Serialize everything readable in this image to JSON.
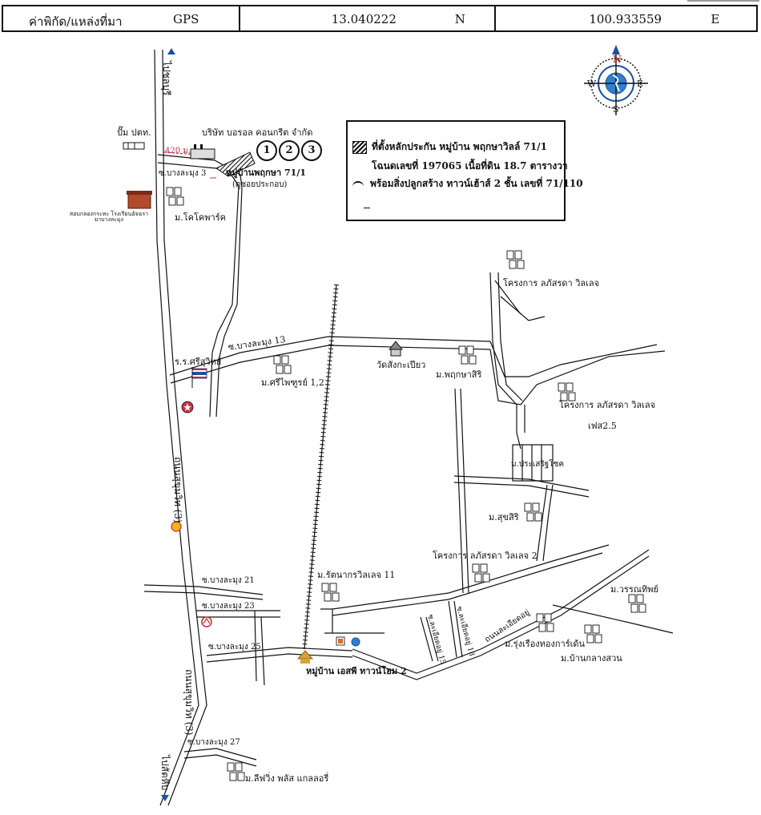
{
  "header": {
    "label": "ค่าพิกัด/แหล่งที่มา",
    "source": "GPS",
    "latitude": "13.040222",
    "lat_dir": "N",
    "longitude": "100.933559",
    "lon_dir": "E"
  },
  "compass": {
    "north": "N",
    "south": "S",
    "east": "E",
    "west": "W"
  },
  "legend": {
    "line1": "ที่ตั้งหลักประกัน หมู่บ้าน พฤกษาวิลล์ 71/1",
    "line2": "โฉนดเลขที่ 197065 เนื้อที่ดิน 18.7 ตารางวา",
    "line3": "พร้อมสิ่งปลูกสร้าง ทาวน์เฮ้าส์ 2 ชั้น เลขที่ 71/110"
  },
  "markers": {
    "m1": "1",
    "m2": "2",
    "m3": "3"
  },
  "labels": {
    "to_chonburi": "ไปชลบุรี",
    "to_sattahip": "ไปสัตหีบ",
    "sukhumvit_1": "ถนนสุขุมวิท (3)",
    "sukhumvit_2": "ถนนสุขุมวิท (3)",
    "gas_station": "ปั๊ม ปตท.",
    "distance": "420 ม.",
    "company": "บริษัท บอรอล คอนกรีต จำกัด",
    "village_pruksa": "หมู่บ้านพฤกษา 71/1",
    "village_pruksa_sub": "(ดูซอยประกอบ)",
    "soi_3": "ซ.บางละมุง 3",
    "school": "สอบกลองกระทะ โรงเรียนอัจฉรายาบางละมุง",
    "koko_park": "ม.โคโคพาร์ค",
    "project_lapatsorada": "โครงการ ลภัสรดา วิลเลจ",
    "soi_13": "ซ.บางละมุง 13",
    "school_sri": "ร.ร.ศรีสุวิทย์",
    "wat": "วัดสังกะเปียว",
    "pruksa_siri": "ม.พฤกษาสิริ",
    "sri_phaitoon": "ม.ศรีไพฑูรย์ 1,2",
    "project_phase": "โครงการ ลภัสรดา วิลเลจ",
    "phase_sub": "เฟส2.5",
    "prasert_chok": "ม.ประเสริฐโชค",
    "sukh_siri": "ม.สุขสิริ",
    "project_village2": "โครงการ ลภัสรดา วิลเลจ 2",
    "rattanakorn": "ม.รัตนากรวิลเลจ 11",
    "wannathip": "ม.วรรณทิพย์",
    "soi_21": "ซ.บางละมุง 21",
    "soi_23": "ซ.บางละมุง 23",
    "soi_25": "ซ.บางละมุง 25",
    "soi_15": "ซ.ละเอียดอยู่ 15",
    "soi_18": "ซ.ละเอียดอยู่ 18",
    "road_laiad": "ถนนละเอียดอยู่",
    "rung_ruang": "ม.รุ่งเรืองทองการ์เด้น",
    "baan_klang": "ม.บ้านกลางสวน",
    "lp_town": "หมู่บ้าน เอสพี ทาวน์โฮม 2",
    "soi_27": "ซ.บางละมุง 27",
    "lifestyle": "ม.ลีฟวิ่ง พลัส แกลลอรี่"
  }
}
